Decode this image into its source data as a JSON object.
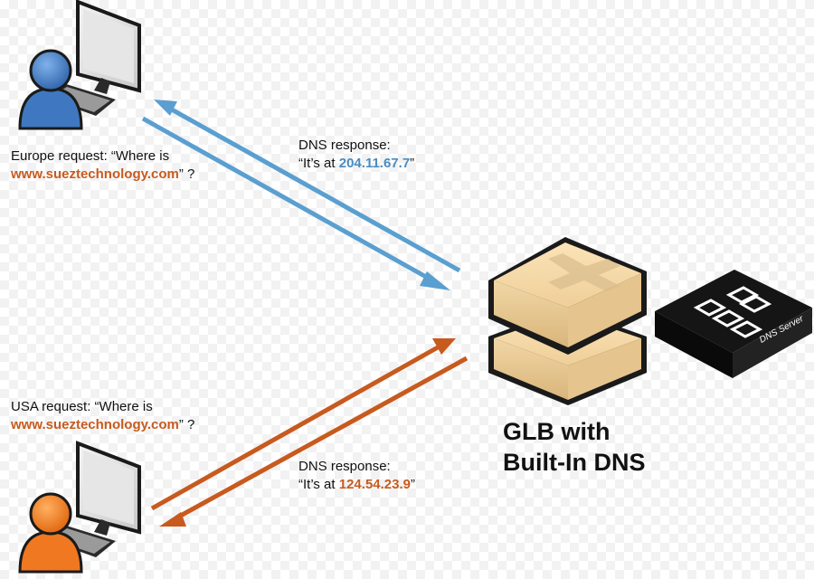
{
  "europe": {
    "request_prefix": "Europe request: “Where is",
    "domain": "www.sueztechnology.com",
    "request_suffix": "” ?"
  },
  "usa": {
    "request_prefix": "USA request: “Where is",
    "domain": "www.sueztechnology.com",
    "request_suffix": "” ?"
  },
  "response_top": {
    "heading": "DNS response:",
    "prefix": "“It’s at ",
    "ip": "204.11.67.7",
    "suffix": "”"
  },
  "response_bottom": {
    "heading": "DNS response:",
    "prefix": "“It’s at ",
    "ip": "124.54.23.9",
    "suffix": "”"
  },
  "glb": {
    "line1": "GLB with",
    "line2": "Built-In DNS"
  },
  "dns_server": {
    "label": "DNS Server"
  },
  "colors": {
    "blue_arrow": "#5a9fd0",
    "orange_arrow": "#c85a1e",
    "blue_user": "#3f78c0",
    "orange_user": "#f07820"
  },
  "icons": [
    "computer-monitor-icon",
    "keyboard-icon",
    "user-person-icon",
    "glb-device-icon",
    "dns-server-icon"
  ]
}
